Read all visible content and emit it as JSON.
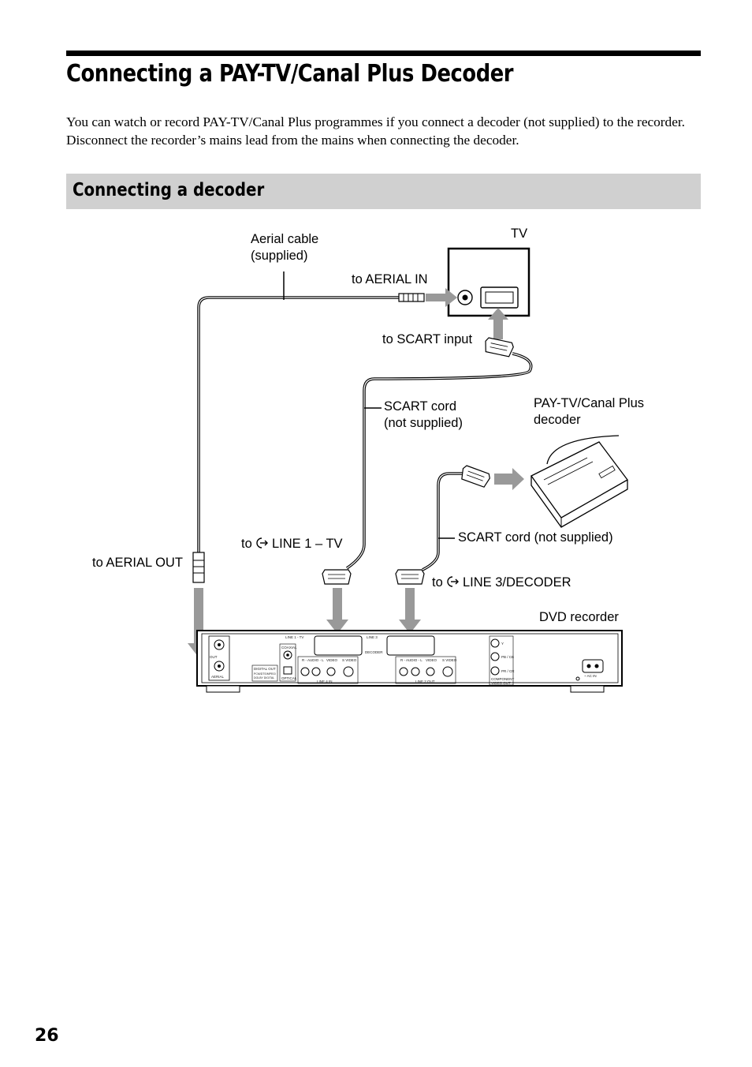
{
  "page": {
    "title": "Connecting a PAY-TV/Canal Plus Decoder",
    "intro": "You can watch or record PAY-TV/Canal Plus programmes if you connect a decoder (not supplied) to the recorder. Disconnect the recorder’s mains lead from the mains when connecting the decoder.",
    "section_title": "Connecting a decoder",
    "page_number": "26"
  },
  "diagram": {
    "labels": {
      "aerial_cable": "Aerial cable",
      "aerial_cable_note": "(supplied)",
      "tv": "TV",
      "to_aerial_in": "to AERIAL IN",
      "to_scart_input": "to SCART input",
      "scart_cord_1": "SCART cord",
      "scart_cord_1_note": "(not supplied)",
      "decoder": "PAY-TV/Canal Plus",
      "decoder_2": "decoder",
      "scart_cord_2": "SCART cord (not supplied)",
      "to_line1_prefix": "to",
      "to_line1": "LINE 1 – TV",
      "to_line3_prefix": "to",
      "to_line3": "LINE 3/DECODER",
      "to_aerial_out": "to AERIAL OUT",
      "dvd_recorder": "DVD recorder"
    },
    "icons": [
      "line-input-icon",
      "arrow-icon",
      "scart-plug-icon",
      "aerial-plug-icon"
    ],
    "panel_labels": {
      "line1_tv": "LINE 1 - TV",
      "line3": "LINE 3",
      "decoder": "DECODER",
      "coaxial": "COAXIAL",
      "digital_out": "DIGITAL OUT",
      "pcm": "PCM/DTS/MPEG/",
      "dolby": "DOLBY DIGITAL",
      "optical": "OPTICAL",
      "r_audio_l": "R - AUDIO - L",
      "video": "VIDEO",
      "s_video": "S VIDEO",
      "line4_in": "LINE 4 IN",
      "line2_out": "LINE 2 OUT",
      "y": "Y",
      "pb_cb": "PB / CB",
      "pr_cr": "PR / CR",
      "component": "COMPONENT",
      "video_out": "VIDEO OUT",
      "ac_in": "~ AC IN",
      "aerial": "AERIAL",
      "out": "OUT"
    }
  }
}
